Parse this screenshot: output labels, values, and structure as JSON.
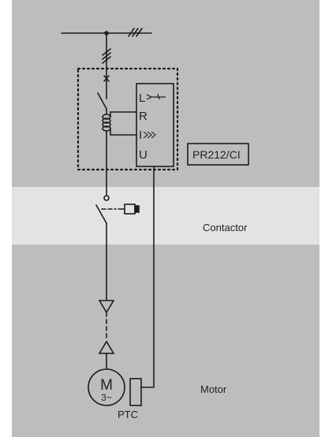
{
  "colors": {
    "panel": "#bdbdbd",
    "band": "#e3e3e3",
    "line": "#1c1c1c"
  },
  "labels": {
    "protection_functions": [
      "L",
      "R",
      "I",
      "U"
    ],
    "relay": "PR212/CI",
    "contactor": "Contactor",
    "motor": "Motor",
    "motor_symbol_main": "M",
    "motor_symbol_sub": "3~",
    "ptc": "PTC"
  }
}
